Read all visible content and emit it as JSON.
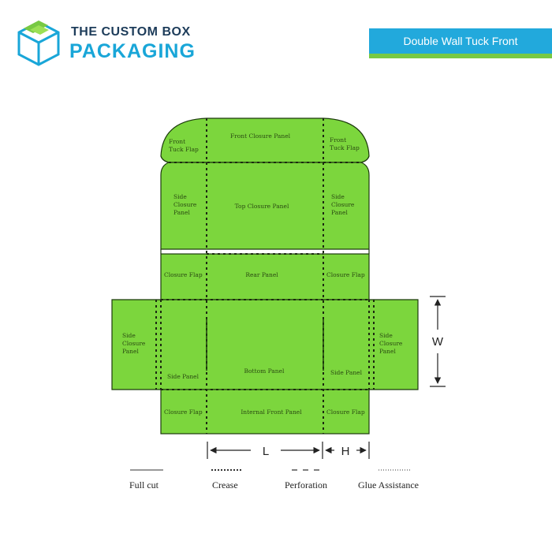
{
  "brand": {
    "name_top_prefix": "THE ",
    "name_top_main": "CUSTOM BOX",
    "name_bottom": "PACKAGING",
    "colors": {
      "dark": "#1d3c5a",
      "blue": "#19a6d8",
      "green": "#78c943"
    }
  },
  "header": {
    "title": "Double Wall Tuck Front",
    "banner_color": "#22a9dc"
  },
  "diagram": {
    "fill_color": "#7cd63d",
    "panels": {
      "front_closure": "Front Closure Panel",
      "front_tuck_flap_left": [
        "Front",
        "Tuck Flap"
      ],
      "front_tuck_flap_right": [
        "Front",
        "Tuck Flap"
      ],
      "side_closure_left": [
        "Side",
        "Closure",
        "Panel"
      ],
      "side_closure_right": [
        "Side",
        "Closure",
        "Panel"
      ],
      "top_closure": "Top Closure Panel",
      "closure_flap_top_left": "Closure Flap",
      "rear_panel": "Rear Panel",
      "closure_flap_top_right": "Closure Flap",
      "side_closure_far_left": [
        "Side",
        "Closure",
        "Panel"
      ],
      "side_panel_left": "Side Panel",
      "bottom_panel": "Bottom Panel",
      "side_panel_right": "Side Panel",
      "side_closure_far_right": [
        "Side",
        "Closure",
        "Panel"
      ],
      "closure_flap_bottom_left": "Closure Flap",
      "internal_front": "Internal Front Panel",
      "closure_flap_bottom_right": "Closure Flap"
    },
    "dimensions": {
      "width": "W",
      "length": "L",
      "height": "H"
    }
  },
  "legend": {
    "items": [
      {
        "label": "Full cut",
        "style": "solid"
      },
      {
        "label": "Crease",
        "style": "dotted-thick"
      },
      {
        "label": "Perforation",
        "style": "dashed"
      },
      {
        "label": "Glue Assistance",
        "style": "dotted-fine"
      }
    ]
  }
}
